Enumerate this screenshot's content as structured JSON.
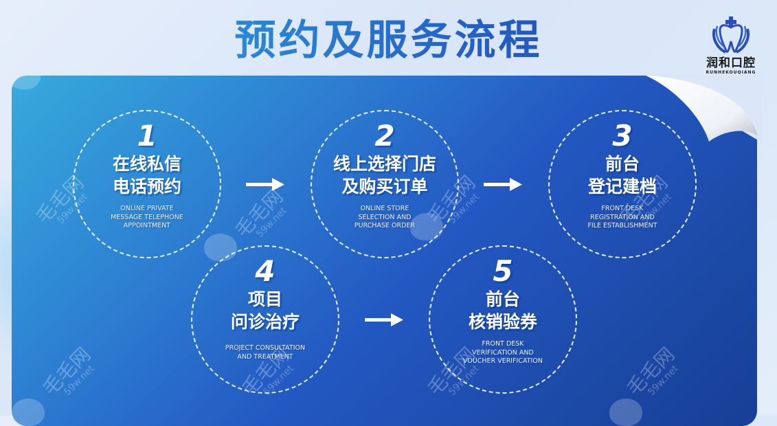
{
  "title": "预约及服务流程",
  "logo": {
    "name_cn": "润和口腔",
    "name_en": "RUNHEKOUQIANG",
    "icon": "tooth-cross-icon"
  },
  "steps": [
    {
      "number": "1",
      "cn_line1": "在线私信",
      "cn_line2": "电话预约",
      "en_line1": "ONLINE PRIVATE",
      "en_line2": "MESSAGE TELEPHONE",
      "en_line3": "APPOINTMENT"
    },
    {
      "number": "2",
      "cn_line1": "线上选择门店",
      "cn_line2": "及购买订单",
      "en_line1": "ONLINE STORE",
      "en_line2": "SELECTION AND",
      "en_line3": "PURCHASE ORDER"
    },
    {
      "number": "3",
      "cn_line1": "前台",
      "cn_line2": "登记建档",
      "en_line1": "FRONT DESK",
      "en_line2": "REGISTRATION AND",
      "en_line3": "FILE ESTABLISHMENT"
    },
    {
      "number": "4",
      "cn_line1": "项目",
      "cn_line2": "问诊治疗",
      "en_line1": "PROJECT CONSULTATION",
      "en_line2": "AND TREATMENT",
      "en_line3": ""
    },
    {
      "number": "5",
      "cn_line1": "前台",
      "cn_line2": "核销验券",
      "en_line1": "FRONT DESK",
      "en_line2": "VERIFICATION AND",
      "en_line3": "VOUCHER VERIFICATION"
    }
  ],
  "watermark": {
    "cn": "毛毛网",
    "en": "59w.net"
  },
  "colors": {
    "panel_start": "#37aadc",
    "panel_end": "#173f95",
    "title_start": "#39b3e3",
    "title_end": "#1e3f9e"
  }
}
